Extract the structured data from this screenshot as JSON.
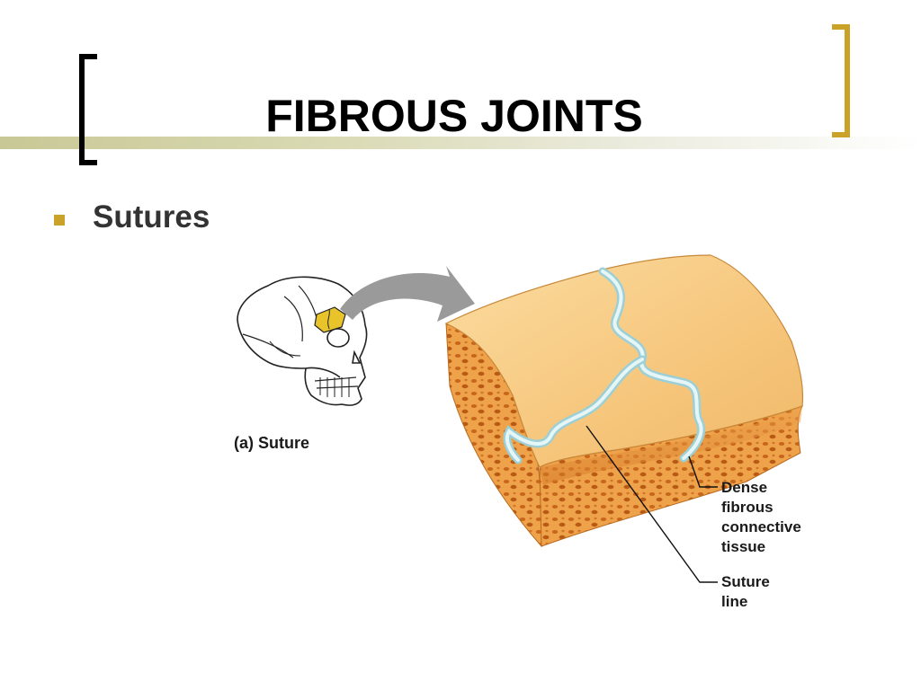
{
  "slide": {
    "title": "FIBROUS JOINTS",
    "bullets": [
      "Sutures"
    ]
  },
  "figure": {
    "caption": "(a) Suture",
    "labels": {
      "dense_line1": "Dense",
      "dense_line2": "fibrous",
      "dense_line3": "connective",
      "dense_line4": "tissue",
      "suture_line1": "Suture",
      "suture_line2": "line"
    }
  },
  "colors": {
    "accent_gold": "#c9a227",
    "bracket_black": "#000000",
    "bone_light": "#f8d08a",
    "bone_dark": "#e09440",
    "suture_blue": "#cfe9ec"
  }
}
